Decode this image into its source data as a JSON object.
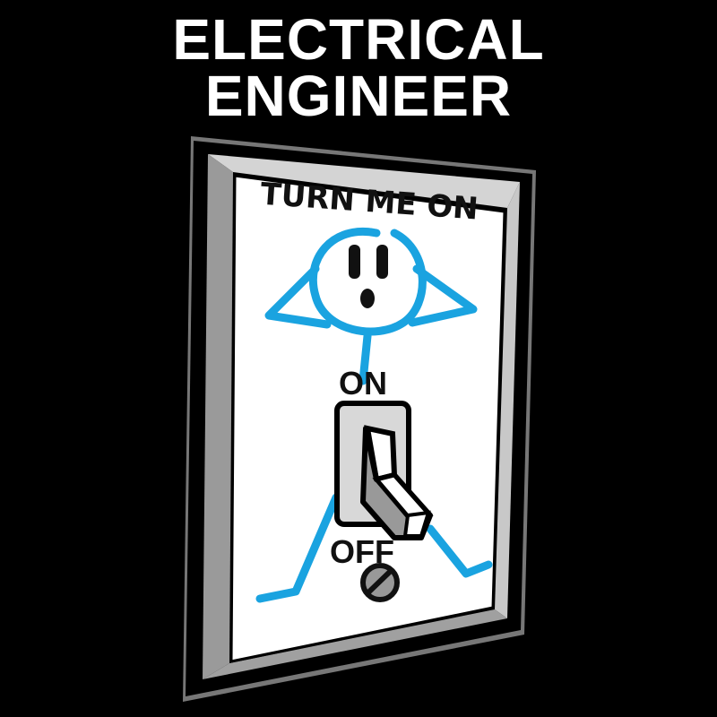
{
  "title": {
    "line1": "ELECTRICAL",
    "line2": "ENGINEER"
  },
  "switch_plate": {
    "caption": "TURN ME ON",
    "on_label": "ON",
    "off_label": "OFF"
  },
  "colors": {
    "background": "#000000",
    "text": "#ffffff",
    "figure": "#1aa3e0",
    "plate": "#ffffff",
    "bevel_light": "#d0d0d0",
    "bevel_dark": "#8a8a8a",
    "outline": "#000000"
  },
  "icons": [
    "outlet-face-icon",
    "toggle-switch-icon",
    "screw-icon"
  ]
}
